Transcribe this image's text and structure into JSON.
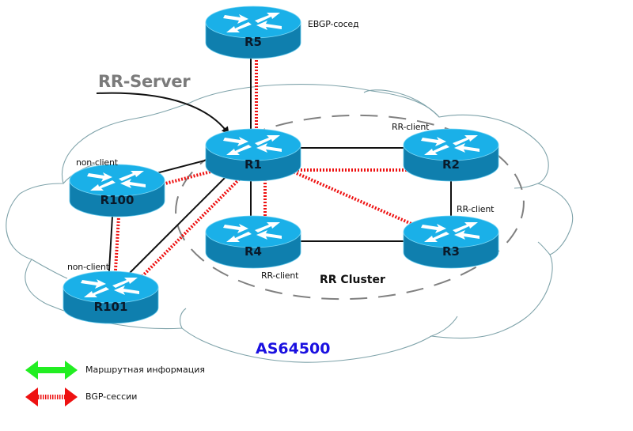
{
  "diagram": {
    "as_label": "AS64500",
    "cluster_label": "RR Cluster",
    "rr_server_label": "RR-Server",
    "colors": {
      "router_top": "#1ab0e8",
      "router_side": "#0f7fae",
      "physical_link": "#111111",
      "bgp_session": "#ee1111",
      "cloud_outline": "#7fa3aa",
      "cluster_outline": "#808080",
      "as_label": "#1a10e0",
      "route_info_arrow": "#22ee22",
      "bgp_session_arrow": "#ee1111"
    },
    "routers": [
      {
        "id": "R5",
        "name": "R5",
        "role": "EBGP-сосед"
      },
      {
        "id": "R1",
        "name": "R1",
        "role": "RR-Server"
      },
      {
        "id": "R2",
        "name": "R2",
        "role": "RR-client"
      },
      {
        "id": "R3",
        "name": "R3",
        "role": "RR-client"
      },
      {
        "id": "R4",
        "name": "R4",
        "role": "RR-client"
      },
      {
        "id": "R100",
        "name": "R100",
        "role": "non-client"
      },
      {
        "id": "R101",
        "name": "R101",
        "role": "non-client"
      }
    ],
    "physical_links": [
      [
        "R5",
        "R1"
      ],
      [
        "R1",
        "R2"
      ],
      [
        "R2",
        "R3"
      ],
      [
        "R1",
        "R4"
      ],
      [
        "R4",
        "R3"
      ],
      [
        "R1",
        "R100"
      ],
      [
        "R1",
        "R101"
      ],
      [
        "R100",
        "R101"
      ]
    ],
    "bgp_sessions": [
      [
        "R5",
        "R1"
      ],
      [
        "R1",
        "R2"
      ],
      [
        "R1",
        "R3"
      ],
      [
        "R1",
        "R4"
      ],
      [
        "R1",
        "R100"
      ],
      [
        "R1",
        "R101"
      ],
      [
        "R100",
        "R101"
      ]
    ],
    "role_labels": {
      "R5": "EBGP-сосед",
      "R2": "RR-client",
      "R3": "RR-client",
      "R4": "RR-client",
      "R100": "non-client",
      "R101": "non-client"
    }
  },
  "legend": {
    "items": [
      {
        "icon": "green-double-arrow-icon",
        "label": "Маршрутная информация"
      },
      {
        "icon": "red-dashed-double-arrow-icon",
        "label": "BGP-сессии"
      }
    ]
  }
}
